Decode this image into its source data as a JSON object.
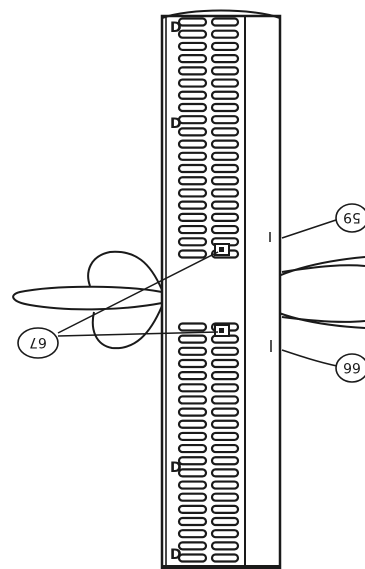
{
  "figure": {
    "callouts": [
      {
        "id": "c59",
        "label": "59"
      },
      {
        "id": "c66",
        "label": "66"
      },
      {
        "id": "c67",
        "label": "67"
      }
    ],
    "d_markers": [
      "D",
      "D",
      "D",
      "D"
    ],
    "slot_rows": {
      "upper_count": 20,
      "lower_count": 20
    },
    "ink_color": "#1a1a1a",
    "paper_color": "#ffffff"
  }
}
